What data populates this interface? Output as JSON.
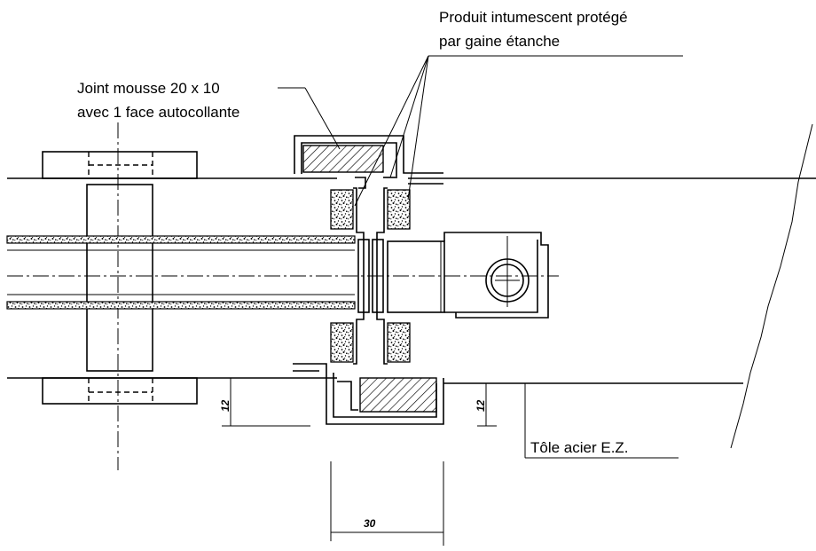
{
  "labels": {
    "intumescent_line1": "Produit intumescent protégé",
    "intumescent_line2": "par gaine étanche",
    "joint_line1": "Joint mousse 20 x 10",
    "joint_line2": "avec 1 face autocollante",
    "tole": "Tôle acier E.Z."
  },
  "dimensions": {
    "width_30": "30",
    "left_12": "12",
    "right_12": "12"
  }
}
